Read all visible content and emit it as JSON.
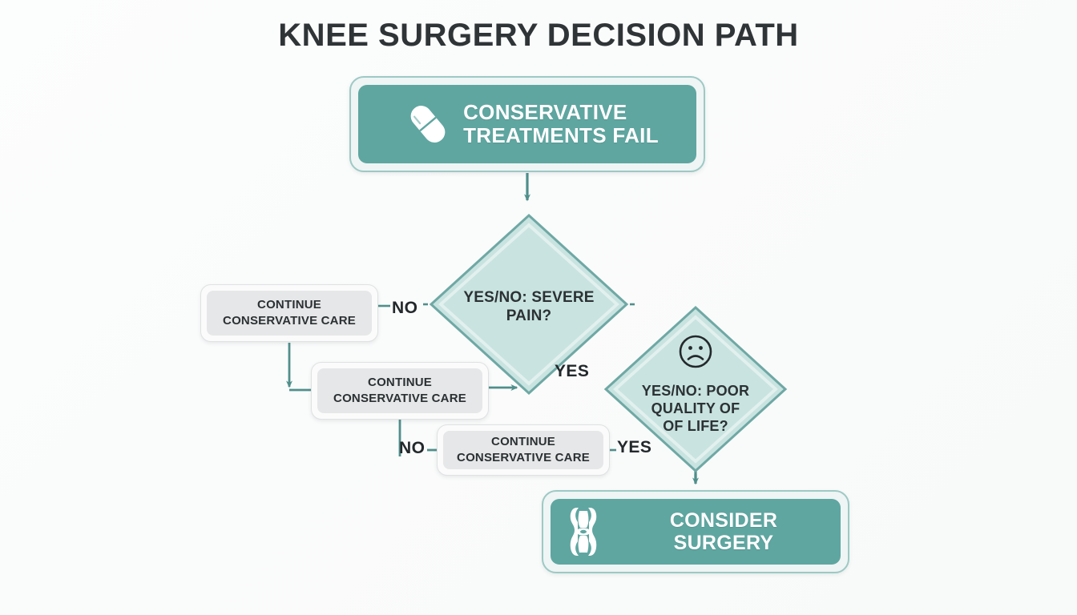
{
  "page": {
    "title": "KNEE SURGERY DECISION PATH",
    "background_color": "#fbfcfc"
  },
  "theme": {
    "teal": "#5fa6a1",
    "teal_border": "#9dc9c5",
    "diamond_fill": "#c8e3e0",
    "diamond_border": "#6fa8a4",
    "process_fill": "#e6e7e8",
    "process_border": "#dfe1e2",
    "text_dark": "#2c3134",
    "text_light": "#ffffff",
    "connector": "#4f8f8b"
  },
  "nodes": {
    "start": {
      "label": "CONSERVATIVE TREATMENTS FAIL",
      "line1": "CONSERVATIVE",
      "line2": "TREATMENTS FAIL",
      "icon": "pill-capsule-icon",
      "type": "terminal"
    },
    "decision_pain": {
      "label": "YES/NO: SEVERE PAIN?",
      "line1": "YES/NO: SEVERE",
      "line2": "PAIN?",
      "type": "decision"
    },
    "decision_qol": {
      "label": "YES/NO: POOR QUALITY OF OF LIFE?",
      "line1": "YES/NO: POOR",
      "line2": "QUALITY OF",
      "line3": "OF LIFE?",
      "icon": "sad-face-icon",
      "type": "decision"
    },
    "care_1": {
      "line1": "CONTINUE",
      "line2": "CONSERVATIVE CARE",
      "type": "process"
    },
    "care_2": {
      "line1": "CONTINUE",
      "line2": "CONSERVATIVE CARE",
      "type": "process"
    },
    "care_3": {
      "line1": "CONTINUE",
      "line2": "CONSERVATIVE CARE",
      "type": "process"
    },
    "surgery": {
      "label": "CONSIDER SURGERY",
      "icon": "knee-joint-icon",
      "type": "terminal"
    }
  },
  "edges": {
    "no_1": "NO",
    "yes_1": "YES",
    "no_2": "NO",
    "yes_2": "YES"
  }
}
